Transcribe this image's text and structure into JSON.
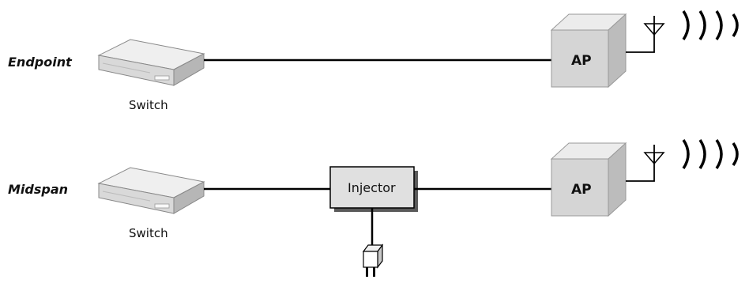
{
  "rows": [
    {
      "label": "Endpoint",
      "switch_label": "Switch",
      "ap_label": "AP"
    },
    {
      "label": "Midspan",
      "switch_label": "Switch",
      "ap_label": "AP",
      "injector_label": "Injector"
    }
  ],
  "colors": {
    "line": "#000000",
    "device_light": "#eeeeee",
    "device_mid": "#d4d4d4",
    "device_dark": "#b0b0b0",
    "ap_front": "#d6d6d6",
    "ap_top": "#ededed",
    "ap_side": "#bdbdbd",
    "injector_fill": "#e0e0e0"
  },
  "icons": [
    "switch-icon",
    "access-point-icon",
    "antenna-icon",
    "radio-waves-icon",
    "injector-box",
    "power-plug-icon"
  ]
}
